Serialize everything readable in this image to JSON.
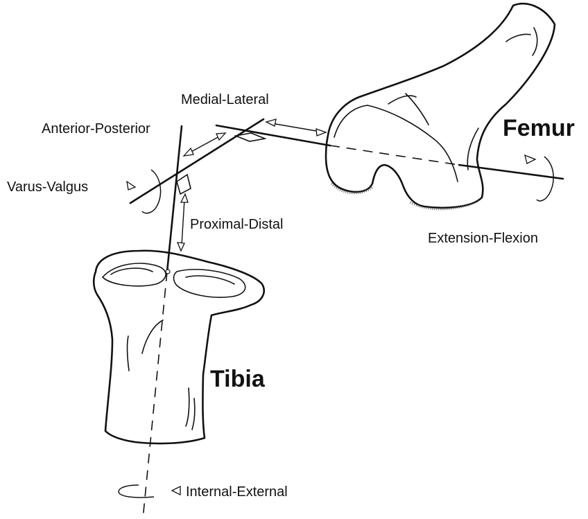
{
  "labels": {
    "medial_lateral": "Medial-Lateral",
    "anterior_posterior": "Anterior-Posterior",
    "varus_valgus": "Varus-Valgus",
    "proximal_distal": "Proximal-Distal",
    "femur": "Femur",
    "extension_flexion": "Extension-Flexion",
    "tibia": "Tibia",
    "internal_external": "Internal-External"
  }
}
